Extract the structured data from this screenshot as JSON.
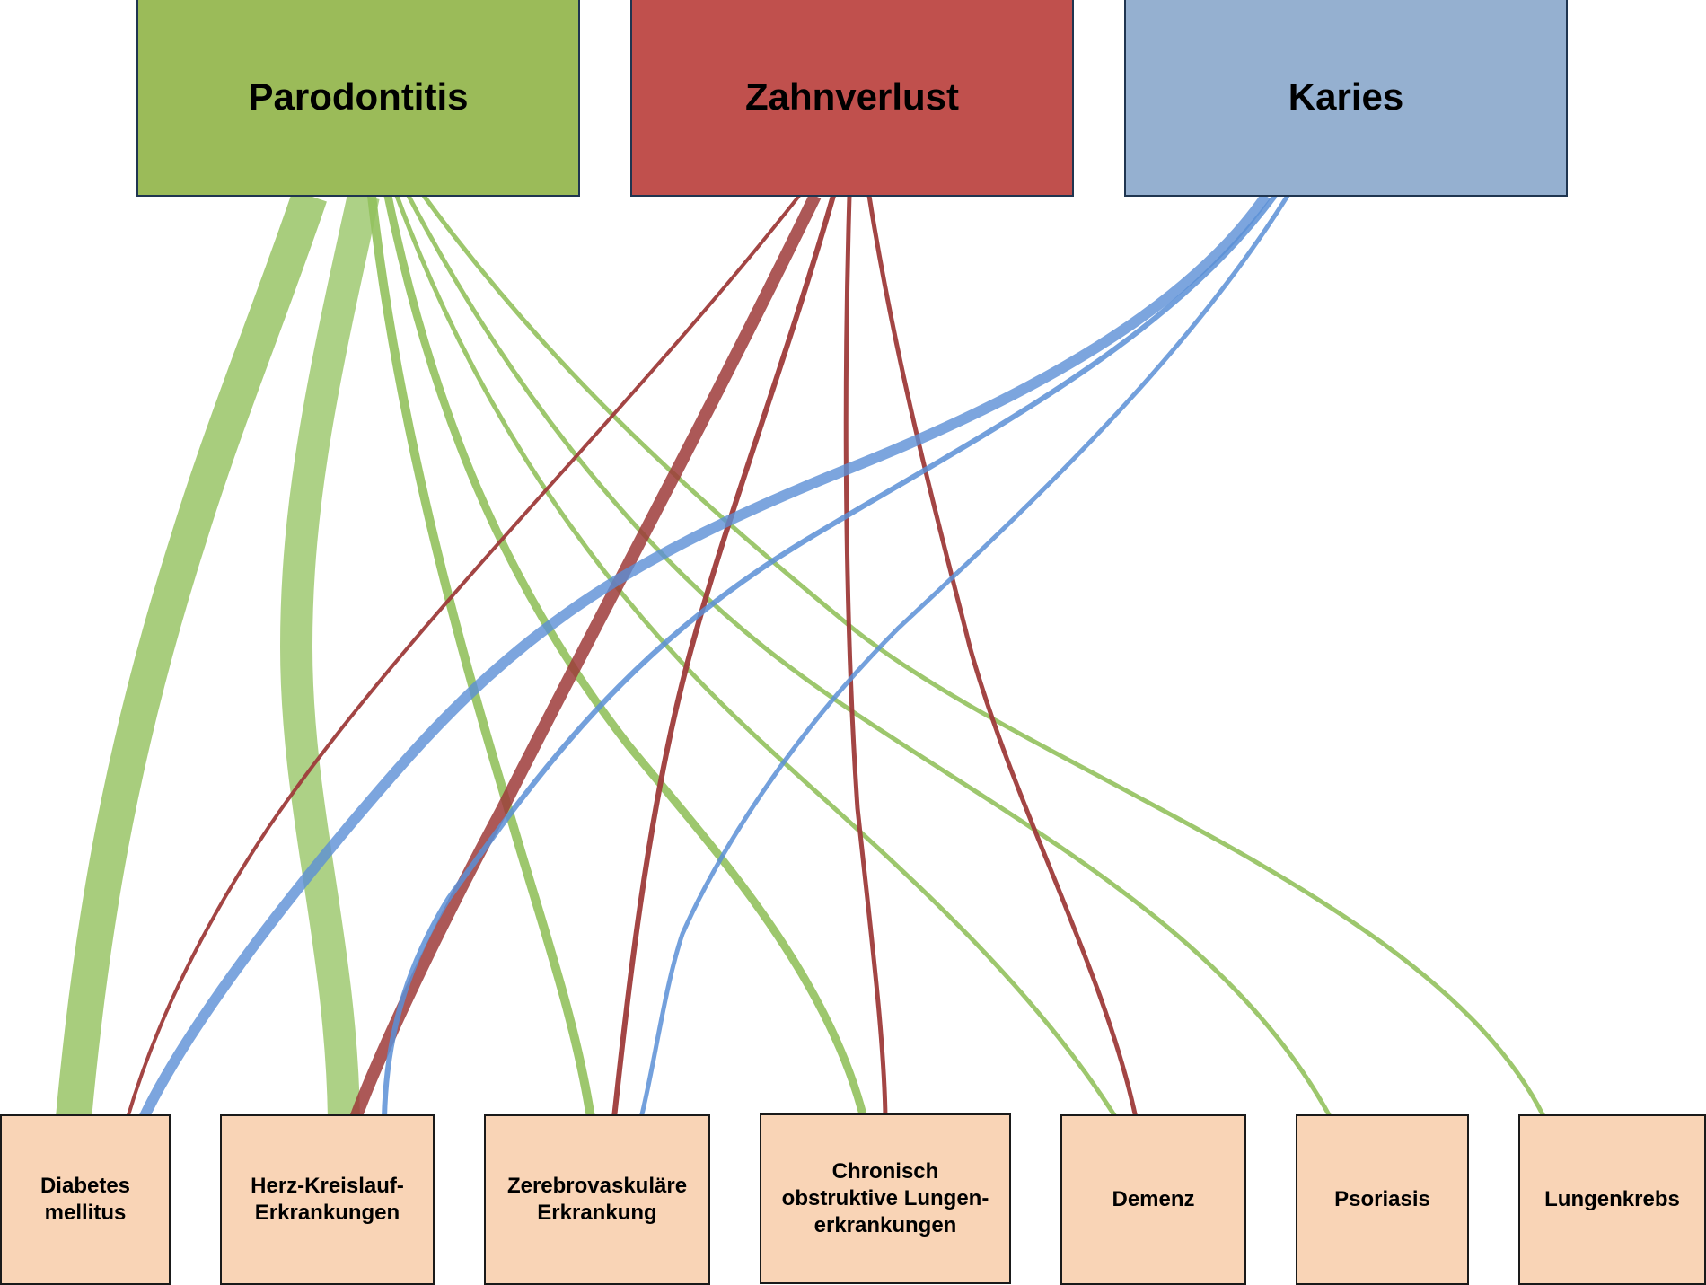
{
  "sources": [
    {
      "id": "parodontitis",
      "label": "Parodontitis",
      "color": "#9bbb59"
    },
    {
      "id": "zahnverlust",
      "label": "Zahnverlust",
      "color": "#c0504d"
    },
    {
      "id": "karies",
      "label": "Karies",
      "color": "#95b0d0"
    }
  ],
  "targets": [
    {
      "id": "diabetes",
      "label": "Diabetes\nmellitus"
    },
    {
      "id": "herz",
      "label": "Herz-Kreislauf-\nErkrankungen"
    },
    {
      "id": "zerebro",
      "label": "Zerebrovaskuläre\nErkrankung"
    },
    {
      "id": "copd",
      "label": "Chronisch\nobstruktive Lungen-\nerkrankungen"
    },
    {
      "id": "demenz",
      "label": "Demenz"
    },
    {
      "id": "psoriasis",
      "label": "Psoriasis"
    },
    {
      "id": "lungenkrebs",
      "label": "Lungenkrebs"
    }
  ],
  "link_colors": {
    "parodontitis": "#92c15d",
    "zahnverlust": "#9e3b3a",
    "karies": "#5b8fd6"
  }
}
